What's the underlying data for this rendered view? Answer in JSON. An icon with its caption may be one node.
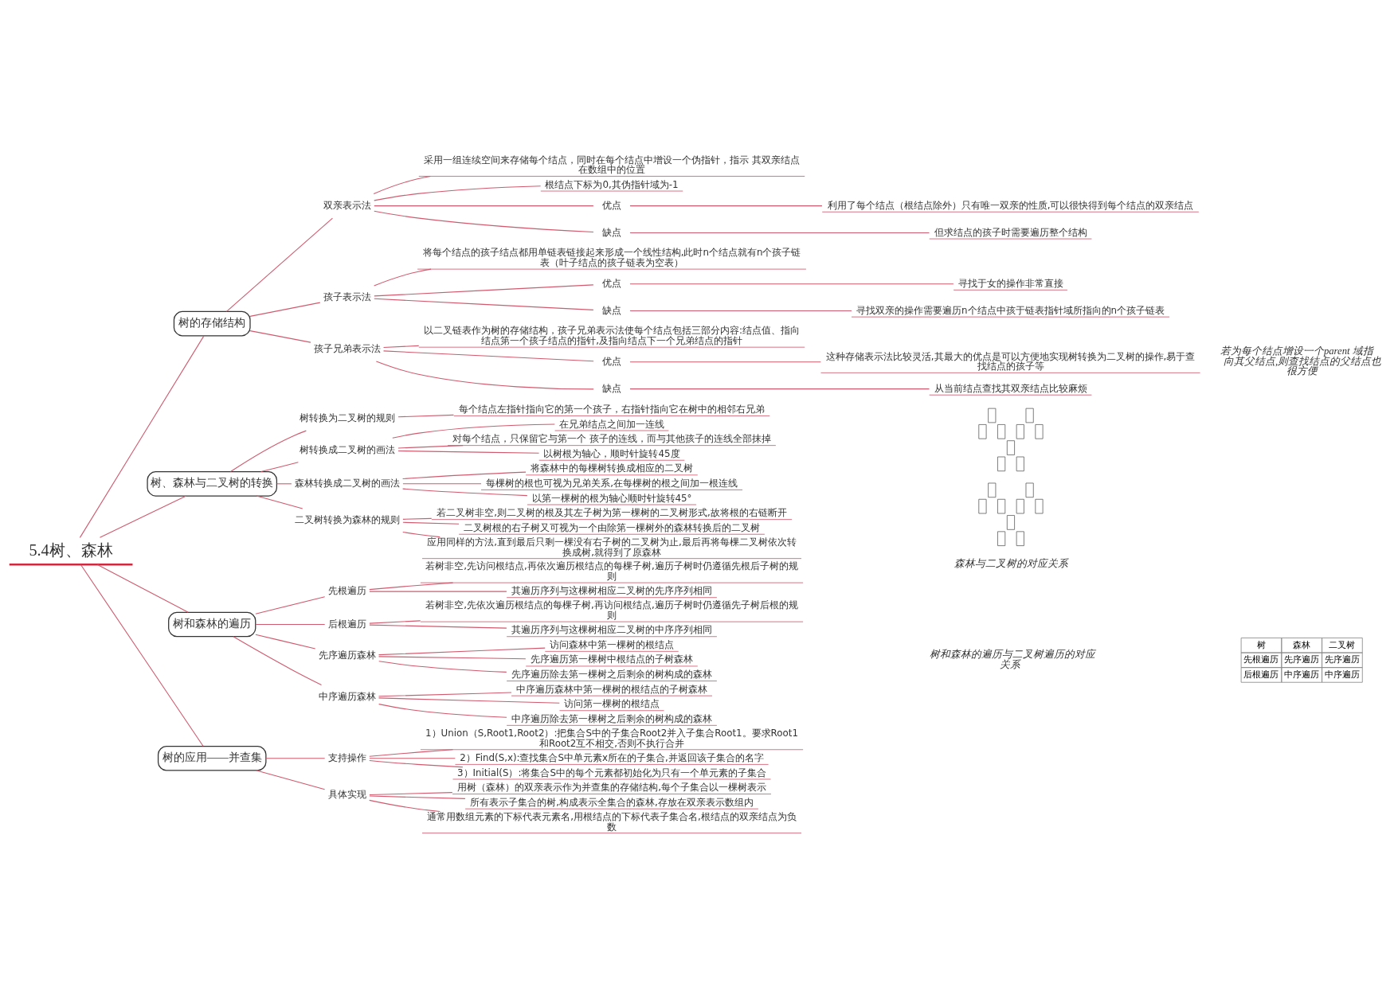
{
  "diagram": {
    "nodes": [
      {
        "text": [
          "5.4树、森林"
        ]
      },
      {
        "text": [
          "树的存储结构"
        ]
      },
      {
        "text": [
          "双亲表示法"
        ]
      },
      {
        "text": [
          "采用一组连续空间来存储每个结点，同时在每个结点中增设一个伪指针，指示 其双亲结点在数组中的位置"
        ]
      },
      {
        "text": [
          "根结点下标为0,其伪指针域为-1"
        ]
      },
      {
        "text": [
          "优点"
        ]
      },
      {
        "text": [
          "利用了每个结点（根结点除外）只有唯一双亲的性质,可以很快得到每个结点的双亲结点"
        ]
      },
      {
        "text": [
          "缺点"
        ]
      },
      {
        "text": [
          "但求结点的孩子时需要遍历整个结构"
        ]
      },
      {
        "text": [
          "孩子表示法"
        ]
      },
      {
        "text": [
          "将每个结点的孩子结点都用单链表链接起来形成一个线性结构,此时n个结点就有n个孩子链表（叶子结点的孩子链表为空表）"
        ]
      },
      {
        "text": [
          "优点"
        ]
      },
      {
        "text": [
          "寻找于女的操作非常直接"
        ]
      },
      {
        "text": [
          "缺点"
        ]
      },
      {
        "text": [
          "寻找双亲的操作需要遍历n个结点中孩于链表指针域所指向的n个孩子链表"
        ]
      },
      {
        "text": [
          "孩子兄弟表示法"
        ]
      },
      {
        "text": [
          "以二叉链表作为树的存储结构，孩子兄弟表示法使每个结点包括三部分内容:结点值、指向结点第一个孩子结点的指针,及指向结点下一个兄弟结点的指针"
        ]
      },
      {
        "text": [
          "优点"
        ]
      },
      {
        "text": [
          "这种存储表示法比较灵活,其最大的优点是可以方便地实现树转换为二叉树的操作,易于查找结点的孩子等"
        ]
      },
      {
        "text": [
          "缺点"
        ]
      },
      {
        "text": [
          "从当前结点查找其双亲结点比较麻烦"
        ]
      },
      {
        "text": [
          "树、森林与二叉树的转换"
        ]
      },
      {
        "text": [
          "树转换为二叉树的规则"
        ]
      },
      {
        "text": [
          "每个结点左指针指向它的第一个孩子，右指针指向它在树中的相邻右兄弟"
        ]
      },
      {
        "text": [
          "树转换成二叉树的画法"
        ]
      },
      {
        "text": [
          "在兄弟结点之间加一连线"
        ]
      },
      {
        "text": [
          "对每个结点，只保留它与第一个 孩子的连线，而与其他孩子的连线全部抹掉"
        ]
      },
      {
        "text": [
          "以树根为轴心，顺时针旋转45度"
        ]
      },
      {
        "text": [
          "森林转换成二叉树的画法"
        ]
      },
      {
        "text": [
          "将森林中的每棵树转换成相应的二叉树"
        ]
      },
      {
        "text": [
          "每棵树的根也可视为兄弟关系,在每棵树的根之间加一根连线"
        ]
      },
      {
        "text": [
          "以第一棵树的根为轴心顺时针旋转45°"
        ]
      },
      {
        "text": [
          "二叉树转换为森林的规则"
        ]
      },
      {
        "text": [
          "若二叉树非空,则二叉树的根及其左子树为第一棵树的二叉树形式,故将根的右链断开"
        ]
      },
      {
        "text": [
          "二叉树根的右子树又可视为一个由除第一棵树外的森林转换后的二叉树"
        ]
      },
      {
        "text": [
          "应用同样的方法,直到最后只剩一棵没有右子树的二叉树为止,最后再将每棵二叉树依次转换成树,就得到了原森林"
        ]
      },
      {
        "text": [
          "树和森林的遍历"
        ]
      },
      {
        "text": [
          "先根遍历"
        ]
      },
      {
        "text": [
          "若树非空,先访问根结点,再依次遍历根结点的每棵子树,遍历子树时仍遵循先根后子树的规则"
        ]
      },
      {
        "text": [
          "其遍历序列与这棵树相应二叉树的先序序列相同"
        ]
      },
      {
        "text": [
          "后根遍历"
        ]
      },
      {
        "text": [
          "若树非空,先依次遍历根结点的每棵子树,再访问根结点,遍历子树时仍遵循先子树后根的规则"
        ]
      },
      {
        "text": [
          "其遍历序列与这棵树相应二叉树的中序序列相同"
        ]
      },
      {
        "text": [
          "先序遍历森林"
        ]
      },
      {
        "text": [
          "访问森林中第一棵树的根结点"
        ]
      },
      {
        "text": [
          "先序遍历第一棵树中根结点的子树森林"
        ]
      },
      {
        "text": [
          "先序遍历除去第一棵树之后剩余的树构成的森林"
        ]
      },
      {
        "text": [
          "中序遍历森林"
        ]
      },
      {
        "text": [
          "中序遍历森林中第一棵树的根结点的子树森林"
        ]
      },
      {
        "text": [
          "访问第一棵树的根结点"
        ]
      },
      {
        "text": [
          "中序遍历除去第一棵树之后剩余的树构成的森林"
        ]
      },
      {
        "text": [
          "树的应用——并查集"
        ]
      },
      {
        "text": [
          "支持操作"
        ]
      },
      {
        "text": [
          "1）Union（S,Root1,Root2）:把集合S中的子集合Root2并入子集合Root1。要求Root1 和Root2互不相交,否则不执行合并"
        ]
      },
      {
        "text": [
          "2）Find(S,x):查找集合S中单元素x所在的子集合,并返回该子集合的名字"
        ]
      },
      {
        "text": [
          "3）Initial(S）:将集合S中的每个元素都初始化为只有一个单元素的子集合"
        ]
      },
      {
        "text": [
          "具体实现"
        ]
      },
      {
        "text": [
          "用树（森林）的双亲表示作为并查集的存储结构,每个子集合以一棵树表示"
        ]
      },
      {
        "text": [
          "所有表示子集合的树,构成表示全集合的森林,存放在双亲表示数组内"
        ]
      },
      {
        "text": [
          "通常用数组元素的下标代表元素名,用根结点的下标代表子集合名,根结点的双亲结点为负数"
        ]
      }
    ],
    "edges": [
      {
        "from": 0,
        "to": 1,
        "arrow": "none"
      },
      {
        "from": 1,
        "to": 2,
        "arrow": "none"
      },
      {
        "from": 2,
        "to": 3,
        "arrow": "none"
      },
      {
        "from": 2,
        "to": 4,
        "arrow": "none"
      },
      {
        "from": 2,
        "to": 5,
        "arrow": "none"
      },
      {
        "from": 5,
        "to": 6,
        "arrow": "none"
      },
      {
        "from": 2,
        "to": 7,
        "arrow": "none"
      },
      {
        "from": 7,
        "to": 8,
        "arrow": "none"
      },
      {
        "from": 1,
        "to": 9,
        "arrow": "none"
      },
      {
        "from": 9,
        "to": 10,
        "arrow": "none"
      },
      {
        "from": 9,
        "to": 11,
        "arrow": "none"
      },
      {
        "from": 11,
        "to": 12,
        "arrow": "none"
      },
      {
        "from": 9,
        "to": 13,
        "arrow": "none"
      },
      {
        "from": 13,
        "to": 14,
        "arrow": "none"
      },
      {
        "from": 1,
        "to": 15,
        "arrow": "none"
      },
      {
        "from": 15,
        "to": 16,
        "arrow": "none"
      },
      {
        "from": 15,
        "to": 17,
        "arrow": "none"
      },
      {
        "from": 17,
        "to": 18,
        "arrow": "none"
      },
      {
        "from": 15,
        "to": 19,
        "arrow": "none"
      },
      {
        "from": 19,
        "to": 20,
        "arrow": "none"
      },
      {
        "from": 0,
        "to": 21,
        "arrow": "none"
      },
      {
        "from": 21,
        "to": 22,
        "arrow": "none"
      },
      {
        "from": 22,
        "to": 23,
        "arrow": "none"
      },
      {
        "from": 21,
        "to": 24,
        "arrow": "none"
      },
      {
        "from": 24,
        "to": 25,
        "arrow": "none"
      },
      {
        "from": 24,
        "to": 26,
        "arrow": "none"
      },
      {
        "from": 24,
        "to": 27,
        "arrow": "none"
      },
      {
        "from": 21,
        "to": 28,
        "arrow": "none"
      },
      {
        "from": 28,
        "to": 29,
        "arrow": "none"
      },
      {
        "from": 28,
        "to": 30,
        "arrow": "none"
      },
      {
        "from": 28,
        "to": 31,
        "arrow": "none"
      },
      {
        "from": 21,
        "to": 32,
        "arrow": "none"
      },
      {
        "from": 32,
        "to": 33,
        "arrow": "none"
      },
      {
        "from": 32,
        "to": 34,
        "arrow": "none"
      },
      {
        "from": 32,
        "to": 35,
        "arrow": "none"
      },
      {
        "from": 0,
        "to": 36,
        "arrow": "none"
      },
      {
        "from": 36,
        "to": 37,
        "arrow": "none"
      },
      {
        "from": 37,
        "to": 38,
        "arrow": "none"
      },
      {
        "from": 37,
        "to": 39,
        "arrow": "none"
      },
      {
        "from": 36,
        "to": 40,
        "arrow": "none"
      },
      {
        "from": 40,
        "to": 41,
        "arrow": "none"
      },
      {
        "from": 40,
        "to": 42,
        "arrow": "none"
      },
      {
        "from": 36,
        "to": 43,
        "arrow": "none"
      },
      {
        "from": 43,
        "to": 44,
        "arrow": "none"
      },
      {
        "from": 43,
        "to": 45,
        "arrow": "none"
      },
      {
        "from": 43,
        "to": 46,
        "arrow": "none"
      },
      {
        "from": 36,
        "to": 47,
        "arrow": "none"
      },
      {
        "from": 47,
        "to": 48,
        "arrow": "none"
      },
      {
        "from": 47,
        "to": 49,
        "arrow": "none"
      },
      {
        "from": 47,
        "to": 50,
        "arrow": "none"
      },
      {
        "from": 0,
        "to": 51,
        "arrow": "none"
      },
      {
        "from": 51,
        "to": 52,
        "arrow": "none"
      },
      {
        "from": 52,
        "to": 53,
        "arrow": "none"
      },
      {
        "from": 52,
        "to": 54,
        "arrow": "none"
      },
      {
        "from": 52,
        "to": 55,
        "arrow": "none"
      },
      {
        "from": 51,
        "to": 56,
        "arrow": "none"
      },
      {
        "from": 56,
        "to": 57,
        "arrow": "none"
      },
      {
        "from": 56,
        "to": 58,
        "arrow": "none"
      },
      {
        "from": 56,
        "to": 59,
        "arrow": "none"
      }
    ],
    "labels": [
      "若为每个结点增设一个parent 域指向其父结点,则查找结点的父结点也很方便",
      "森林与二叉树的对应关系",
      "树和森林的遍历与二叉树遍历的对应关系",
      "树",
      "森林",
      "二叉树",
      "先根遍历",
      "先序遍历",
      "先序遍历",
      "后根遍历",
      "中序遍历",
      "中序遍历"
    ]
  }
}
